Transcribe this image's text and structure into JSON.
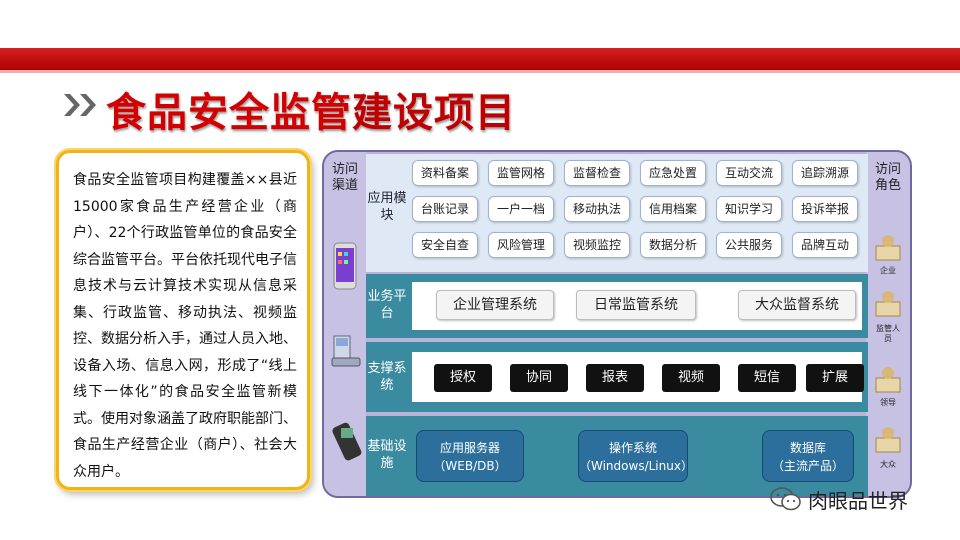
{
  "header": {
    "title_main": "食品安全监管",
    "title_sub": "建设项目"
  },
  "description": "食品安全监管项目构建覆盖××县近15000家食品生产经营企业（商户）、22个行政监管单位的食品安全综合监管平台。平台依托现代电子信息技术与云计算技术实现从信息采集、行政监管、移动执法、视频监控、数据分析入手，通过人员入地、设备入场、信息入网，形成了“线上线下一体化”的食品安全监管新模式。使用对象涵盖了政府职能部门、食品生产经营企业（商户）、社会大众用户。",
  "diagram": {
    "left_header": "访问渠道",
    "right_header": "访问角色",
    "layers": {
      "app": {
        "label": "应用模块",
        "modules": [
          "资料备案",
          "监管网格",
          "监督检查",
          "应急处置",
          "互动交流",
          "追踪溯源",
          "台账记录",
          "一户一档",
          "移动执法",
          "信用档案",
          "知识学习",
          "投诉举报",
          "安全自查",
          "风险管理",
          "视频监控",
          "数据分析",
          "公共服务",
          "品牌互动"
        ]
      },
      "service": {
        "label": "业务平台",
        "systems": [
          "企业管理系统",
          "日常监管系统",
          "大众监督系统"
        ]
      },
      "support": {
        "label": "支撑系统",
        "items": [
          "授权",
          "协同",
          "报表",
          "视频",
          "短信",
          "扩展"
        ]
      },
      "base": {
        "label": "基础设施",
        "items": [
          {
            "line1": "应用服务器",
            "line2": "（WEB/DB）"
          },
          {
            "line1": "操作系统",
            "line2": "（Windows/Linux）"
          },
          {
            "line1": "数据库",
            "line2": "（主流产品）"
          }
        ]
      }
    },
    "roles": [
      "企业",
      "监管人员",
      "领导",
      "大众"
    ]
  },
  "watermark": "肉眼品世界",
  "colors": {
    "title_red": "#d40000",
    "banner_red": "#c80000",
    "text_border": "#f2b21a",
    "layer_teal": "#3a8aa0",
    "base_blue": "#2d6f9c",
    "frame_lavender": "#b9b3d8"
  }
}
